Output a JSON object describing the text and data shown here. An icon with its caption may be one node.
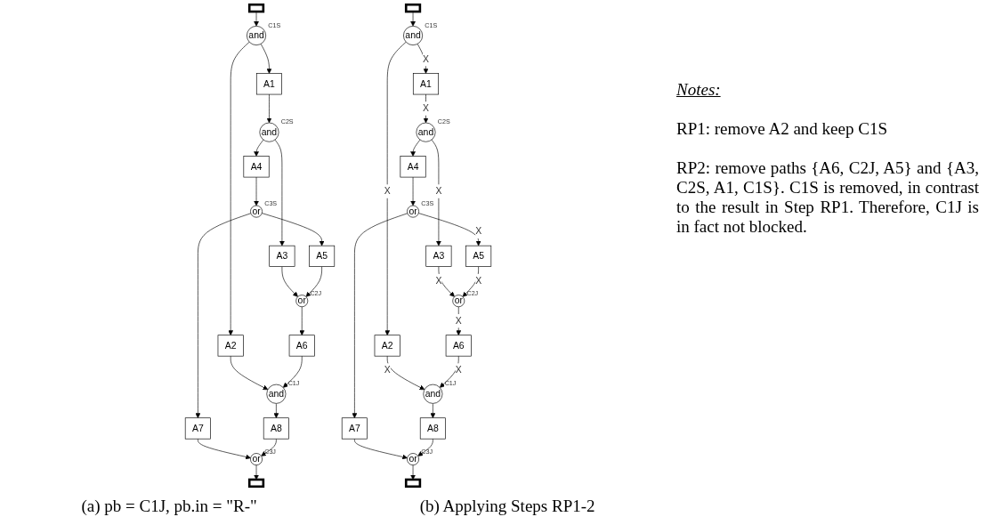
{
  "diagram": {
    "nodes": [
      {
        "text": [],
        "shape": "box"
      },
      {
        "text": [
          "and"
        ],
        "beside": [
          "C1S"
        ]
      },
      {
        "text": [
          "A1"
        ]
      },
      {
        "text": [
          "and"
        ],
        "beside": [
          "C2S"
        ]
      },
      {
        "text": [
          "A3"
        ]
      },
      {
        "text": [
          "A2"
        ]
      },
      {
        "text": [
          "A4"
        ]
      },
      {
        "text": [
          "or"
        ],
        "beside": [
          "C3S"
        ]
      },
      {
        "text": [
          "A5"
        ]
      },
      {
        "text": [
          "or"
        ],
        "beside": [
          "C2J"
        ]
      },
      {
        "text": [
          "A6"
        ]
      },
      {
        "text": [
          "and"
        ],
        "beside": [
          "C1J"
        ]
      },
      {
        "text": [
          "A7"
        ]
      },
      {
        "text": [
          "or"
        ],
        "beside": [
          "C3J"
        ]
      },
      {
        "text": [
          "A8"
        ]
      },
      {
        "text": [],
        "shape": "box"
      },
      {
        "text": [],
        "shape": "box"
      },
      {
        "text": [
          "and"
        ],
        "beside": [
          "C1S"
        ]
      },
      {
        "text": [
          "A1"
        ]
      },
      {
        "text": [
          "and"
        ],
        "beside": [
          "C2S"
        ]
      },
      {
        "text": [
          "A3"
        ]
      },
      {
        "text": [
          "A2"
        ]
      },
      {
        "text": [
          "A4"
        ]
      },
      {
        "text": [
          "or"
        ],
        "beside": [
          "C3S"
        ]
      },
      {
        "text": [
          "A5"
        ]
      },
      {
        "text": [
          "or"
        ],
        "beside": [
          "C2J"
        ]
      },
      {
        "text": [
          "A6"
        ]
      },
      {
        "text": [
          "and"
        ],
        "beside": [
          "C1J"
        ]
      },
      {
        "text": [
          "A7"
        ]
      },
      {
        "text": [
          "or"
        ],
        "beside": [
          "C3J"
        ]
      },
      {
        "text": [
          "A8"
        ]
      },
      {
        "text": [],
        "shape": "box"
      }
    ],
    "edges": [
      {
        "from": 0,
        "to": 1,
        "arrow": "to"
      },
      {
        "from": 1,
        "to": 2,
        "arrow": "to"
      },
      {
        "from": 1,
        "to": 5,
        "arrow": "to"
      },
      {
        "from": 2,
        "to": 3,
        "arrow": "to"
      },
      {
        "from": 3,
        "to": 6,
        "arrow": "to"
      },
      {
        "from": 3,
        "to": 4,
        "arrow": "to"
      },
      {
        "from": 4,
        "to": 9,
        "arrow": "to"
      },
      {
        "from": 5,
        "to": 11,
        "arrow": "to"
      },
      {
        "from": 6,
        "to": 7,
        "arrow": "to"
      },
      {
        "from": 7,
        "to": 8,
        "arrow": "to"
      },
      {
        "from": 8,
        "to": 9,
        "arrow": "to"
      },
      {
        "from": 7,
        "to": 12,
        "arrow": "to"
      },
      {
        "from": 9,
        "to": 10,
        "arrow": "to"
      },
      {
        "from": 10,
        "to": 11,
        "arrow": "to"
      },
      {
        "from": 12,
        "to": 13,
        "arrow": "to"
      },
      {
        "from": 11,
        "to": 14,
        "arrow": "to"
      },
      {
        "from": 14,
        "to": 13,
        "arrow": "to"
      },
      {
        "from": 13,
        "to": 15,
        "arrow": "to"
      },
      {
        "from": 16,
        "to": 17,
        "arrow": "to"
      },
      {
        "from": 17,
        "to": 18,
        "arrow": "to",
        "label": "X"
      },
      {
        "from": 17,
        "to": 21,
        "arrow": "to",
        "label": "X"
      },
      {
        "from": 18,
        "to": 19,
        "arrow": "to",
        "label": "X"
      },
      {
        "from": 19,
        "to": 22,
        "arrow": "to"
      },
      {
        "from": 19,
        "to": 20,
        "arrow": "to",
        "label": "X"
      },
      {
        "from": 20,
        "to": 25,
        "arrow": "to",
        "label": "X"
      },
      {
        "from": 21,
        "to": 27,
        "arrow": "to",
        "label": "X"
      },
      {
        "from": 22,
        "to": 23,
        "arrow": "to"
      },
      {
        "from": 23,
        "to": 24,
        "arrow": "to",
        "label": "X"
      },
      {
        "from": 24,
        "to": 25,
        "arrow": "to",
        "label": "X"
      },
      {
        "from": 23,
        "to": 28,
        "arrow": "to"
      },
      {
        "from": 25,
        "to": 26,
        "arrow": "to",
        "label": "X"
      },
      {
        "from": 26,
        "to": 27,
        "arrow": "to",
        "label": "X"
      },
      {
        "from": 28,
        "to": 29,
        "arrow": "to"
      },
      {
        "from": 27,
        "to": 30,
        "arrow": "to"
      },
      {
        "from": 30,
        "to": 29,
        "arrow": "to"
      },
      {
        "from": 29,
        "to": 31,
        "arrow": "to"
      }
    ],
    "labels": [
      "Notes:",
      "RP1: remove A2 and keep C1S",
      "RP2: remove paths {A6, C2J, A5} and {A3, C2S, A1, C1S}. C1S is removed, in contrast to the result in Step RP1. Therefore, C1J is in fact not blocked.",
      "(a) pb = C1J, pb.in = \"R-\"",
      "(b) Applying Steps RP1-2"
    ]
  }
}
